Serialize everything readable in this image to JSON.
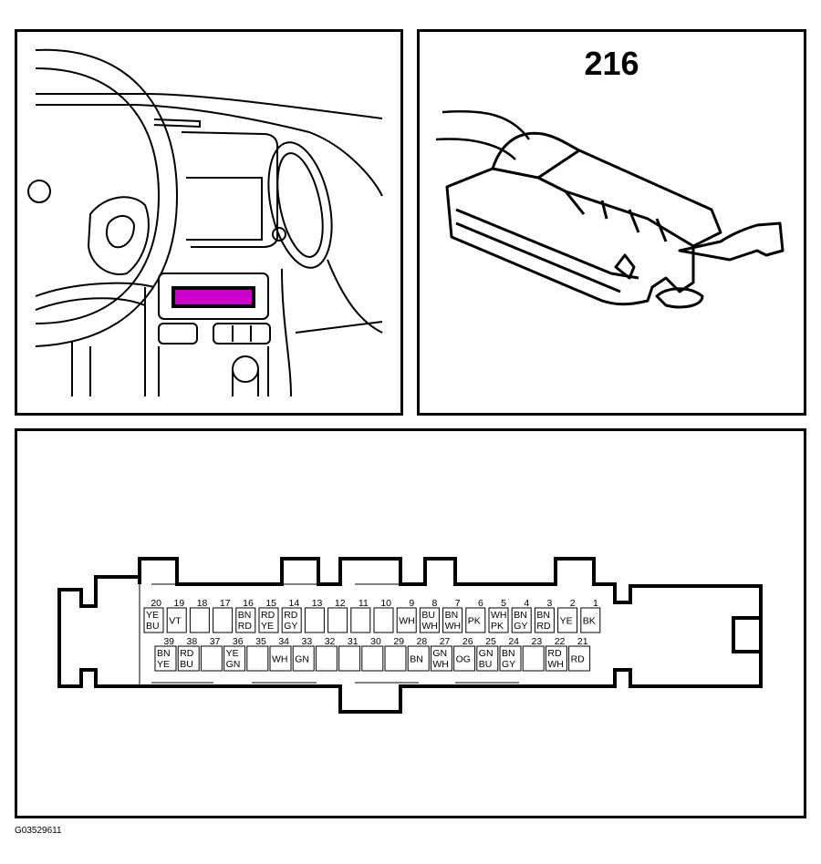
{
  "figure_id": "G03529611",
  "connector": {
    "number": "216"
  },
  "location": {
    "highlight_color": "#cc00cc"
  },
  "pinout": {
    "row1": [
      {
        "pin": "20",
        "wire": [
          "YE",
          "BU"
        ]
      },
      {
        "pin": "19",
        "wire": [
          "VT"
        ]
      },
      {
        "pin": "18",
        "wire": []
      },
      {
        "pin": "17",
        "wire": []
      },
      {
        "pin": "16",
        "wire": [
          "BN",
          "RD"
        ]
      },
      {
        "pin": "15",
        "wire": [
          "RD",
          "YE"
        ]
      },
      {
        "pin": "14",
        "wire": [
          "RD",
          "GY"
        ]
      },
      {
        "pin": "13",
        "wire": []
      },
      {
        "pin": "12",
        "wire": []
      },
      {
        "pin": "11",
        "wire": []
      },
      {
        "pin": "10",
        "wire": []
      },
      {
        "pin": "9",
        "wire": [
          "WH"
        ]
      },
      {
        "pin": "8",
        "wire": [
          "BU",
          "WH"
        ]
      },
      {
        "pin": "7",
        "wire": [
          "BN",
          "WH"
        ]
      },
      {
        "pin": "6",
        "wire": [
          "PK"
        ]
      },
      {
        "pin": "5",
        "wire": [
          "WH",
          "PK"
        ]
      },
      {
        "pin": "4",
        "wire": [
          "BN",
          "GY"
        ]
      },
      {
        "pin": "3",
        "wire": [
          "BN",
          "RD"
        ]
      },
      {
        "pin": "2",
        "wire": [
          "YE"
        ]
      },
      {
        "pin": "1",
        "wire": [
          "BK"
        ]
      }
    ],
    "row2": [
      {
        "pin": "39",
        "wire": [
          "BN",
          "YE"
        ]
      },
      {
        "pin": "38",
        "wire": [
          "RD",
          "BU"
        ]
      },
      {
        "pin": "37",
        "wire": []
      },
      {
        "pin": "36",
        "wire": [
          "YE",
          "GN"
        ]
      },
      {
        "pin": "35",
        "wire": []
      },
      {
        "pin": "34",
        "wire": [
          "WH"
        ]
      },
      {
        "pin": "33",
        "wire": [
          "GN"
        ]
      },
      {
        "pin": "32",
        "wire": []
      },
      {
        "pin": "31",
        "wire": []
      },
      {
        "pin": "30",
        "wire": []
      },
      {
        "pin": "29",
        "wire": []
      },
      {
        "pin": "28",
        "wire": [
          "BN"
        ]
      },
      {
        "pin": "27",
        "wire": [
          "GN",
          "WH"
        ]
      },
      {
        "pin": "26",
        "wire": [
          "OG"
        ]
      },
      {
        "pin": "25",
        "wire": [
          "GN",
          "BU"
        ]
      },
      {
        "pin": "24",
        "wire": [
          "BN",
          "GY"
        ]
      },
      {
        "pin": "23",
        "wire": []
      },
      {
        "pin": "22",
        "wire": [
          "RD",
          "WH"
        ]
      },
      {
        "pin": "21",
        "wire": [
          "RD"
        ]
      }
    ]
  }
}
